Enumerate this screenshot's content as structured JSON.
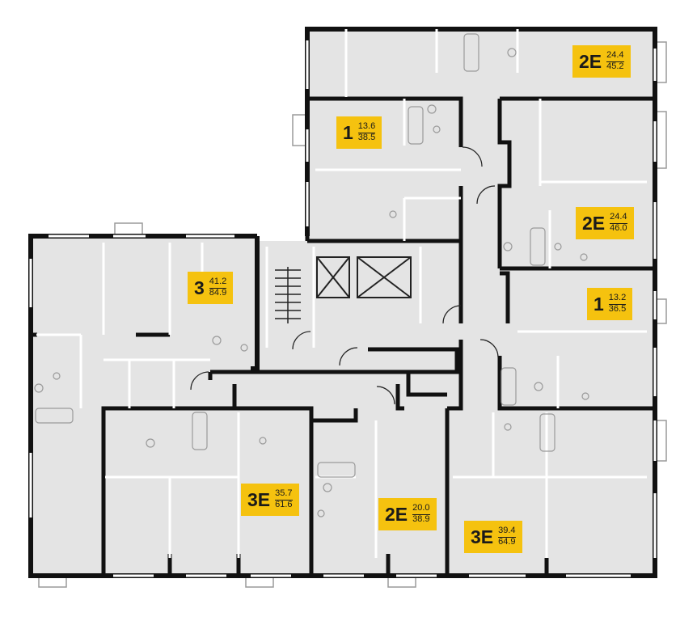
{
  "plan": {
    "colors": {
      "floor": "#e4e4e4",
      "wall": "#111111",
      "fixture": "#bdbdbd",
      "badge": "#f5c20f",
      "text": "#1a1a1a"
    },
    "apartments": [
      {
        "id": "apt-2e-top",
        "rooms": "2E",
        "living_area": "24.4",
        "total_area": "45.2"
      },
      {
        "id": "apt-1-upper",
        "rooms": "1",
        "living_area": "13.6",
        "total_area": "38.5"
      },
      {
        "id": "apt-2e-right",
        "rooms": "2E",
        "living_area": "24.4",
        "total_area": "46.0"
      },
      {
        "id": "apt-3-left",
        "rooms": "3",
        "living_area": "41.2",
        "total_area": "84.9"
      },
      {
        "id": "apt-1-right",
        "rooms": "1",
        "living_area": "13.2",
        "total_area": "36.5"
      },
      {
        "id": "apt-3e-left",
        "rooms": "3E",
        "living_area": "35.7",
        "total_area": "61.6"
      },
      {
        "id": "apt-2e-bottom",
        "rooms": "2E",
        "living_area": "20.0",
        "total_area": "38.9"
      },
      {
        "id": "apt-3e-right",
        "rooms": "3E",
        "living_area": "39.4",
        "total_area": "64.9"
      }
    ]
  }
}
